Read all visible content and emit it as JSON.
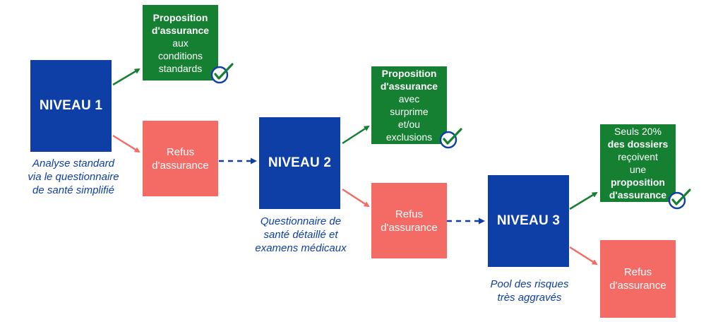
{
  "levels": {
    "n1": "NIVEAU 1",
    "n2": "NIVEAU 2",
    "n3": "NIVEAU 3"
  },
  "captions": {
    "c1": [
      "Analyse standard",
      "via le questionnaire",
      "de santé simplifié"
    ],
    "c2": [
      "Questionnaire de",
      "santé détaillé et",
      "examens médicaux"
    ],
    "c3": [
      "Pool des risques",
      "très aggravés"
    ]
  },
  "accept": {
    "a1": [
      "Proposition",
      "d'assurance",
      "aux",
      "conditions",
      "standards"
    ],
    "a2": [
      "Proposition",
      "d'assurance",
      "avec",
      "surprime",
      "et/ou",
      "exclusions"
    ],
    "a3": [
      "Seuls 20%",
      "des dossiers",
      "reçoivent",
      "une",
      "proposition",
      "d'assurance"
    ]
  },
  "refus": {
    "line1": "Refus",
    "line2": "d'assurance"
  },
  "colors": {
    "level": "#0d3fa6",
    "accept": "#158032",
    "refus": "#f46b66",
    "caption": "#0d3fa6"
  },
  "icons": [
    "check-circle-icon"
  ]
}
